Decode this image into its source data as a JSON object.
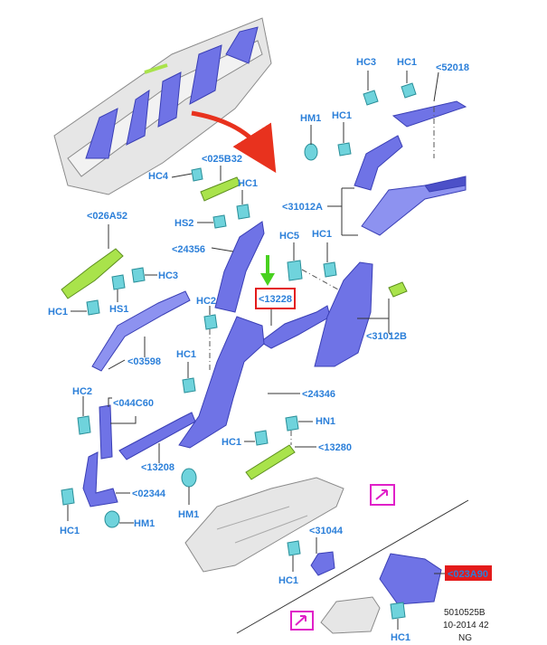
{
  "labels": {
    "hc3_top": "HC3",
    "hc1_top": "HC1",
    "p52018": "<52018",
    "hm1_a": "HM1",
    "hc1_b": "HC1",
    "p025b32": "<025B32",
    "hc4": "HC4",
    "hc1_c": "HC1",
    "p31012a": "<31012A",
    "hs2": "HS2",
    "p026a52": "<026A52",
    "p24356": "<24356",
    "hc5": "HC5",
    "hc1_d": "HC1",
    "hc3_mid": "HC3",
    "p13228": "<13228",
    "hc1_e": "HC1",
    "hs1": "HS1",
    "hc2_a": "HC2",
    "p31012b": "<31012B",
    "p03598": "<03598",
    "hc1_f": "HC1",
    "hc2_b": "HC2",
    "p24346": "<24346",
    "p044c60": "<044C60",
    "hn1": "HN1",
    "hc1_g": "HC1",
    "p13280": "<13280",
    "p13208": "<13208",
    "p02344": "<02344",
    "hm1_b": "HM1",
    "hm1_c": "HM1",
    "hc1_h": "HC1",
    "p31044": "<31044",
    "hc1_i": "HC1",
    "hc1_j": "HC1"
  },
  "highlight_label": "<023A90",
  "reference": {
    "line1": "5010525B",
    "line2": "10-2014 42",
    "line3": "NG"
  },
  "colors": {
    "label_blue": "#2b7fd9",
    "part_blue": "#6f73e6",
    "highlight_red": "#e31b1b",
    "callout_magenta": "#e020c8",
    "arrow_red": "#e8321e",
    "arrow_green": "#48d11f"
  }
}
